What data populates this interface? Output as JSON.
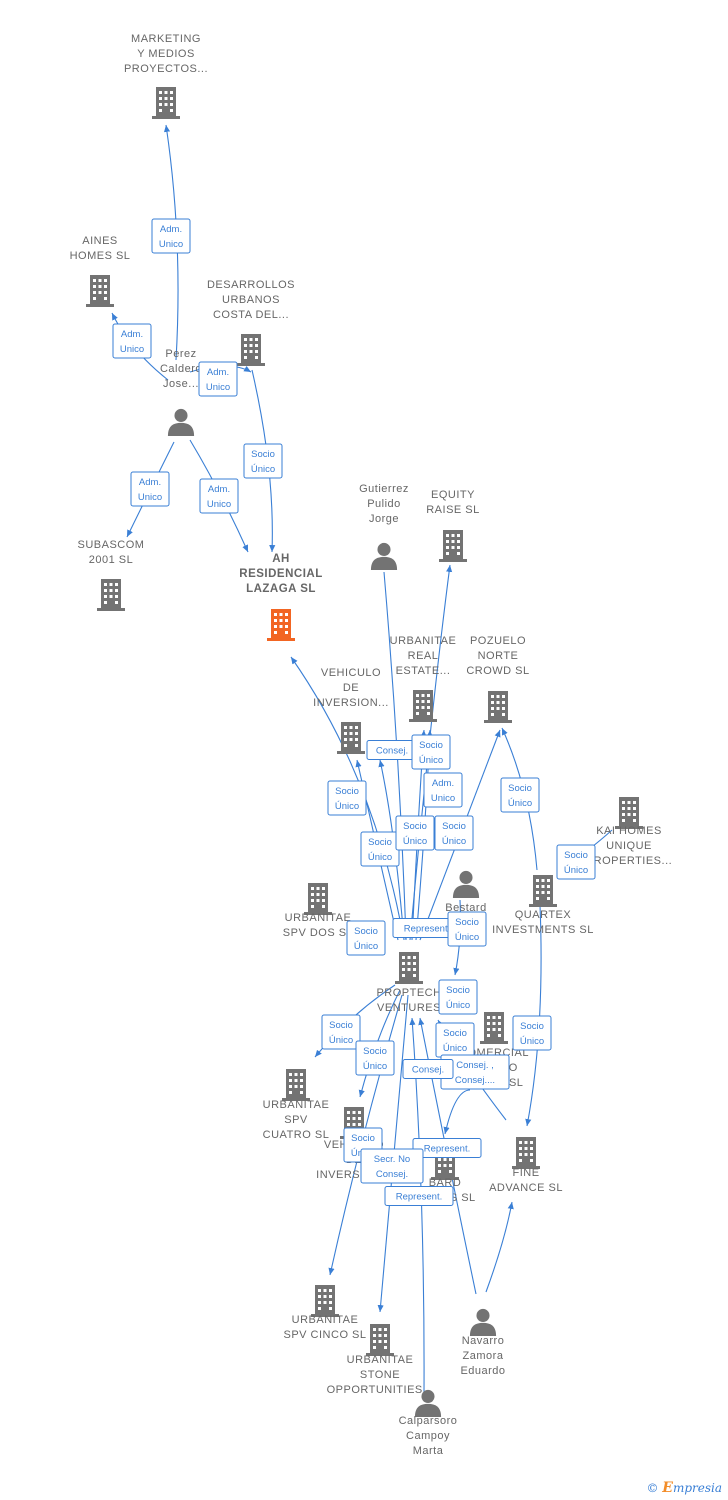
{
  "colors": {
    "edge": "#3a7fd5",
    "node": "#737373",
    "focus": "#f26522",
    "label": "#666666"
  },
  "nodes": [
    {
      "id": "marketing",
      "kind": "company",
      "lines": [
        "MARKETING",
        "Y MEDIOS",
        "PROYECTOS..."
      ]
    },
    {
      "id": "aines",
      "kind": "company",
      "lines": [
        "AINES",
        "HOMES  SL"
      ]
    },
    {
      "id": "desarrollos",
      "kind": "company",
      "lines": [
        "DESARROLLOS",
        "URBANOS",
        "COSTA DEL..."
      ]
    },
    {
      "id": "perez",
      "kind": "person",
      "lines": [
        "Perez",
        "Caldero",
        "Jose..."
      ]
    },
    {
      "id": "subascom",
      "kind": "company",
      "lines": [
        "SUBASCOM",
        "2001 SL"
      ]
    },
    {
      "id": "ah",
      "kind": "focus",
      "lines": [
        "AH",
        "RESIDENCIAL",
        "LAZAGA  SL"
      ]
    },
    {
      "id": "gutierrez",
      "kind": "person",
      "lines": [
        "Gutierrez",
        "Pulido",
        "Jorge"
      ]
    },
    {
      "id": "equity",
      "kind": "company",
      "lines": [
        "EQUITY",
        "RAISE  SL"
      ]
    },
    {
      "id": "urbanitae_real",
      "kind": "company",
      "lines": [
        "URBANITAE",
        "REAL",
        "ESTATE..."
      ]
    },
    {
      "id": "pozuelo",
      "kind": "company",
      "lines": [
        "POZUELO",
        "NORTE",
        "CROWD  SL"
      ]
    },
    {
      "id": "vehiculo1",
      "kind": "company",
      "lines": [
        "VEHICULO",
        "DE",
        "INVERSION..."
      ]
    },
    {
      "id": "kai",
      "kind": "company",
      "lines": [
        "KAI HOMES",
        "UNIQUE",
        "PROPERTIES..."
      ]
    },
    {
      "id": "bestard",
      "kind": "person",
      "lines": [
        "Bestard",
        "Tur",
        "Pablo"
      ]
    },
    {
      "id": "quartex",
      "kind": "company",
      "lines": [
        "QUARTEX",
        "INVESTMENTS SL"
      ]
    },
    {
      "id": "spv_dos",
      "kind": "company",
      "lines": [
        "URBANITAE",
        "SPV DOS  SL"
      ]
    },
    {
      "id": "proptech",
      "kind": "company",
      "lines": [
        "PROPTECH",
        "VENTURES"
      ]
    },
    {
      "id": "comercial",
      "kind": "company",
      "lines": [
        "COMERCIAL",
        "PUEBLO",
        "NORTE  SL"
      ]
    },
    {
      "id": "spv_cuatro",
      "kind": "company",
      "lines": [
        "URBANITAE",
        "SPV",
        "CUATRO  SL"
      ]
    },
    {
      "id": "vehiculo2",
      "kind": "company",
      "lines": [
        "VEHICULO",
        "DE",
        "INVERSION..."
      ]
    },
    {
      "id": "bard",
      "kind": "company",
      "lines": [
        "BARD",
        "PRISES SL"
      ]
    },
    {
      "id": "fine",
      "kind": "company",
      "lines": [
        "FINE",
        "ADVANCE  SL"
      ]
    },
    {
      "id": "spv_cinco",
      "kind": "company",
      "lines": [
        "URBANITAE",
        "SPV CINCO  SL"
      ]
    },
    {
      "id": "stone",
      "kind": "company",
      "lines": [
        "URBANITAE",
        "STONE",
        "OPPORTUNITIES..."
      ]
    },
    {
      "id": "navarro",
      "kind": "person",
      "lines": [
        "Navarro",
        "Zamora",
        "Eduardo"
      ]
    },
    {
      "id": "calparsoro",
      "kind": "person",
      "lines": [
        "Calparsoro",
        "Campoy",
        "Marta"
      ]
    }
  ],
  "relations": [
    {
      "lines": [
        "Adm.",
        "Unico"
      ]
    },
    {
      "lines": [
        "Adm.",
        "Unico"
      ]
    },
    {
      "lines": [
        "Adm.",
        "Unico"
      ]
    },
    {
      "lines": [
        "Socio",
        "Único"
      ]
    },
    {
      "lines": [
        "Adm.",
        "Unico"
      ]
    },
    {
      "lines": [
        "Adm.",
        "Unico"
      ]
    },
    {
      "lines": [
        "Consej."
      ]
    },
    {
      "lines": [
        "Socio",
        "Único"
      ]
    },
    {
      "lines": [
        "Adm.",
        "Unico"
      ]
    },
    {
      "lines": [
        "Socio",
        "Único"
      ]
    },
    {
      "lines": [
        "Socio",
        "Único"
      ]
    },
    {
      "lines": [
        "Socio",
        "Único"
      ]
    },
    {
      "lines": [
        "Socio",
        "Único"
      ]
    },
    {
      "lines": [
        "Socio",
        "Único"
      ]
    },
    {
      "lines": [
        "Socio",
        "Único"
      ]
    },
    {
      "lines": [
        "Represent."
      ]
    },
    {
      "lines": [
        "Socio",
        "Único"
      ]
    },
    {
      "lines": [
        "Socio",
        "Único"
      ]
    },
    {
      "lines": [
        "Socio",
        "Único"
      ]
    },
    {
      "lines": [
        "Socio",
        "Único"
      ]
    },
    {
      "lines": [
        "Socio",
        "Único"
      ]
    },
    {
      "lines": [
        "Socio",
        "Único"
      ]
    },
    {
      "lines": [
        "Consej. ,",
        "Consej...."
      ]
    },
    {
      "lines": [
        "Consej."
      ]
    },
    {
      "lines": [
        "Socio",
        "Único"
      ]
    },
    {
      "lines": [
        "Represent."
      ]
    },
    {
      "lines": [
        "Socio",
        "Único"
      ]
    },
    {
      "lines": [
        "Secr.  No",
        "Consej."
      ]
    },
    {
      "lines": [
        "Represent."
      ]
    }
  ],
  "footer": {
    "copyright": "©",
    "brand_initial": "E",
    "brand_rest": "mpresia"
  }
}
